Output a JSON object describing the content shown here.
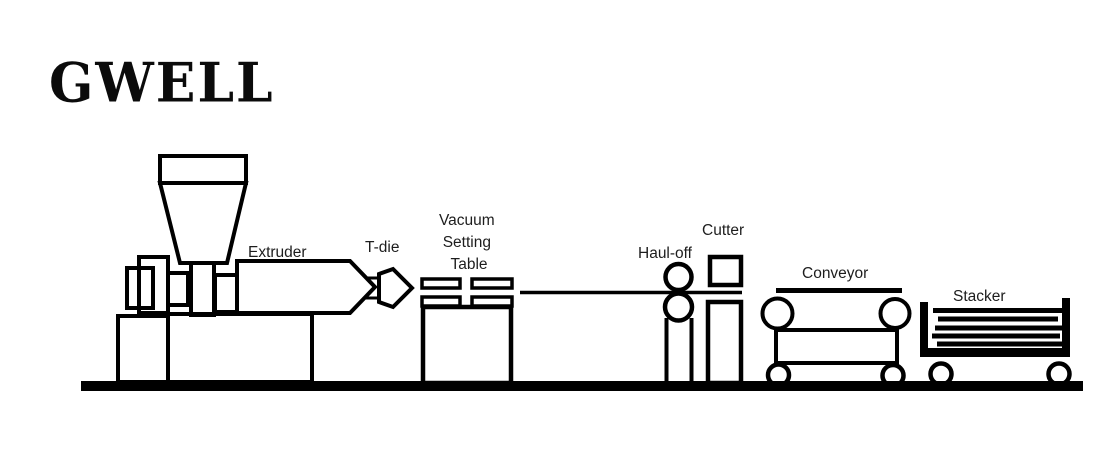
{
  "logo": {
    "text": "GWELL"
  },
  "diagram": {
    "background_color": "#ffffff",
    "line_color": "#000000",
    "components": {
      "extruder": {
        "label": "Extruder"
      },
      "t_die": {
        "label": "T-die"
      },
      "vacuum_setting_table": {
        "label_lines": [
          "Vacuum",
          "Setting",
          "Table"
        ]
      },
      "haul_off": {
        "label": "Haul-off"
      },
      "cutter": {
        "label": "Cutter"
      },
      "conveyor": {
        "label": "Conveyor"
      },
      "stacker": {
        "label": "Stacker"
      }
    }
  }
}
